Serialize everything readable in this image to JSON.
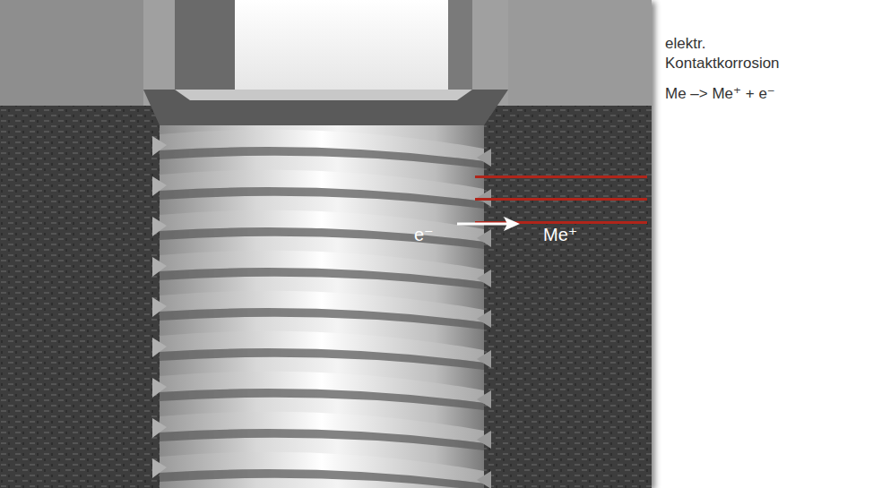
{
  "diagram": {
    "labels": [
      "elektr. Kontaktkorrosion",
      "Me –> Me⁺ + e⁻",
      "e⁻",
      "Me⁺"
    ]
  }
}
